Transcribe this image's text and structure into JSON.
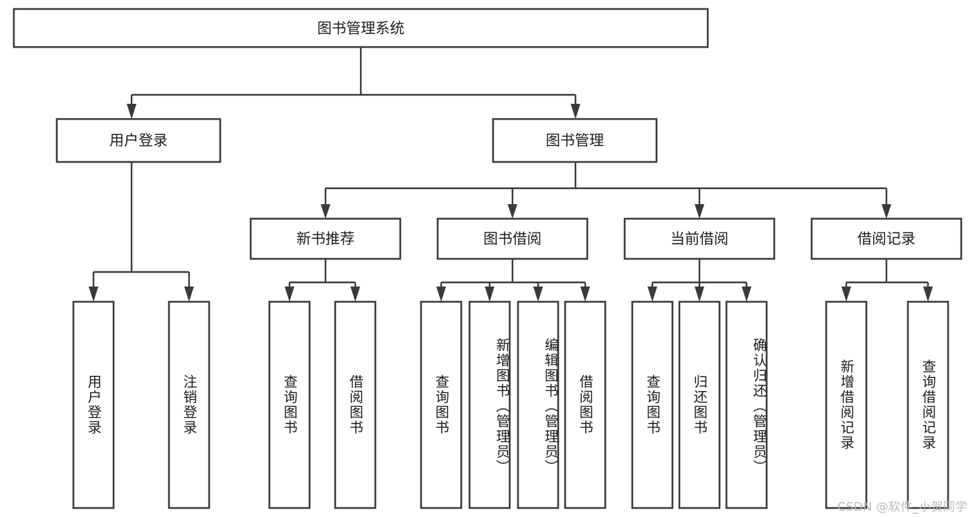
{
  "diagram": {
    "type": "hierarchy-tree",
    "title": "图书管理系统",
    "orientation": "top-down",
    "levels": 4,
    "root": {
      "id": "root",
      "label": "图书管理系统"
    },
    "level2": [
      {
        "id": "user-login",
        "label": "用户登录"
      },
      {
        "id": "book-manage",
        "label": "图书管理"
      }
    ],
    "level3": [
      {
        "id": "new-book-rec",
        "label": "新书推荐",
        "parent": "book-manage"
      },
      {
        "id": "book-borrow",
        "label": "图书借阅",
        "parent": "book-manage"
      },
      {
        "id": "current-borrow",
        "label": "当前借阅",
        "parent": "book-manage"
      },
      {
        "id": "borrow-record",
        "label": "借阅记录",
        "parent": "book-manage"
      }
    ],
    "leaves": [
      {
        "id": "leaf-user-login",
        "label": "用户登录",
        "parent": "user-login"
      },
      {
        "id": "leaf-logout",
        "label": "注销登录",
        "parent": "user-login"
      },
      {
        "id": "leaf-query-book-1",
        "label": "查询图书",
        "parent": "new-book-rec"
      },
      {
        "id": "leaf-borrow-book-1",
        "label": "借阅图书",
        "parent": "new-book-rec"
      },
      {
        "id": "leaf-query-book-2",
        "label": "查询图书",
        "parent": "book-borrow"
      },
      {
        "id": "leaf-add-book",
        "label": "新增图书（管理员）",
        "parent": "book-borrow"
      },
      {
        "id": "leaf-edit-book",
        "label": "编辑图书（管理员）",
        "parent": "book-borrow"
      },
      {
        "id": "leaf-borrow-book-2",
        "label": "借阅图书",
        "parent": "book-borrow"
      },
      {
        "id": "leaf-query-book-3",
        "label": "查询图书",
        "parent": "current-borrow"
      },
      {
        "id": "leaf-return-book",
        "label": "归还图书",
        "parent": "current-borrow"
      },
      {
        "id": "leaf-confirm-return",
        "label": "确认归还（管理员）",
        "parent": "current-borrow"
      },
      {
        "id": "leaf-add-record",
        "label": "新增借阅记录",
        "parent": "borrow-record"
      },
      {
        "id": "leaf-query-record",
        "label": "查询借阅记录",
        "parent": "borrow-record"
      }
    ],
    "colors": {
      "stroke": "#3a3a3a",
      "fill": "#ffffff",
      "text": "#1c1c1c",
      "background": "#ffffff",
      "watermark": "#b9b9b9"
    }
  },
  "watermark": {
    "text": "CSDN @软件_小贺同学"
  }
}
